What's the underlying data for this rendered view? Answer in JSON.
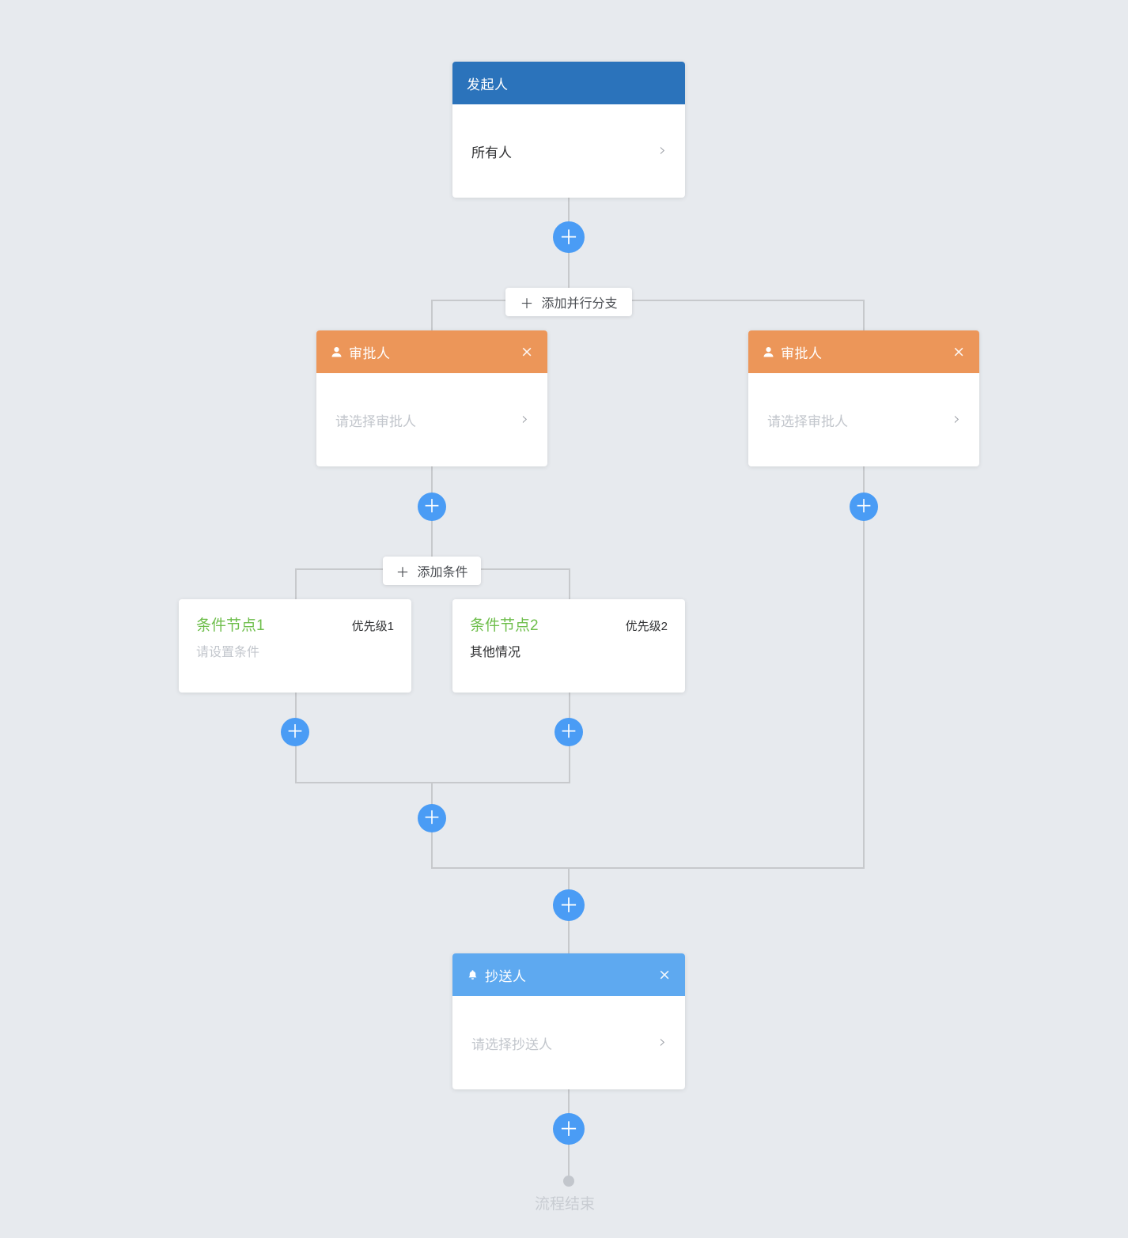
{
  "background_color": "#e7eaee",
  "line_color": "#c7c9cc",
  "colors": {
    "initiator_header": "#2b73bb",
    "approver_header": "#ec9659",
    "cc_header": "#5ea9f0",
    "plus_button": "#4a9cf5",
    "condition_title": "#6ebe4b",
    "placeholder_text": "#c2c6cc",
    "end_text": "#c8ccd2"
  },
  "initiator": {
    "title": "发起人",
    "value": "所有人",
    "arrow": "›"
  },
  "parallel_branch_button": {
    "plus": "＋",
    "label": "添加并行分支"
  },
  "approvers": [
    {
      "title": "审批人",
      "icon": "user-icon",
      "close": "×",
      "placeholder": "请选择审批人",
      "arrow": "›"
    },
    {
      "title": "审批人",
      "icon": "user-icon",
      "close": "×",
      "placeholder": "请选择审批人",
      "arrow": "›"
    }
  ],
  "condition_button": {
    "plus": "＋",
    "label": "添加条件"
  },
  "conditions": [
    {
      "title": "条件节点1",
      "priority": "优先级1",
      "text": "请设置条件",
      "text_is_placeholder": true
    },
    {
      "title": "条件节点2",
      "priority": "优先级2",
      "text": "其他情况",
      "text_is_placeholder": false
    }
  ],
  "cc_node": {
    "title": "抄送人",
    "icon": "bell-icon",
    "close": "×",
    "placeholder": "请选择抄送人",
    "arrow": "›"
  },
  "add_buttons": {
    "plus": "＋"
  },
  "end_node": {
    "label": "流程结束"
  }
}
